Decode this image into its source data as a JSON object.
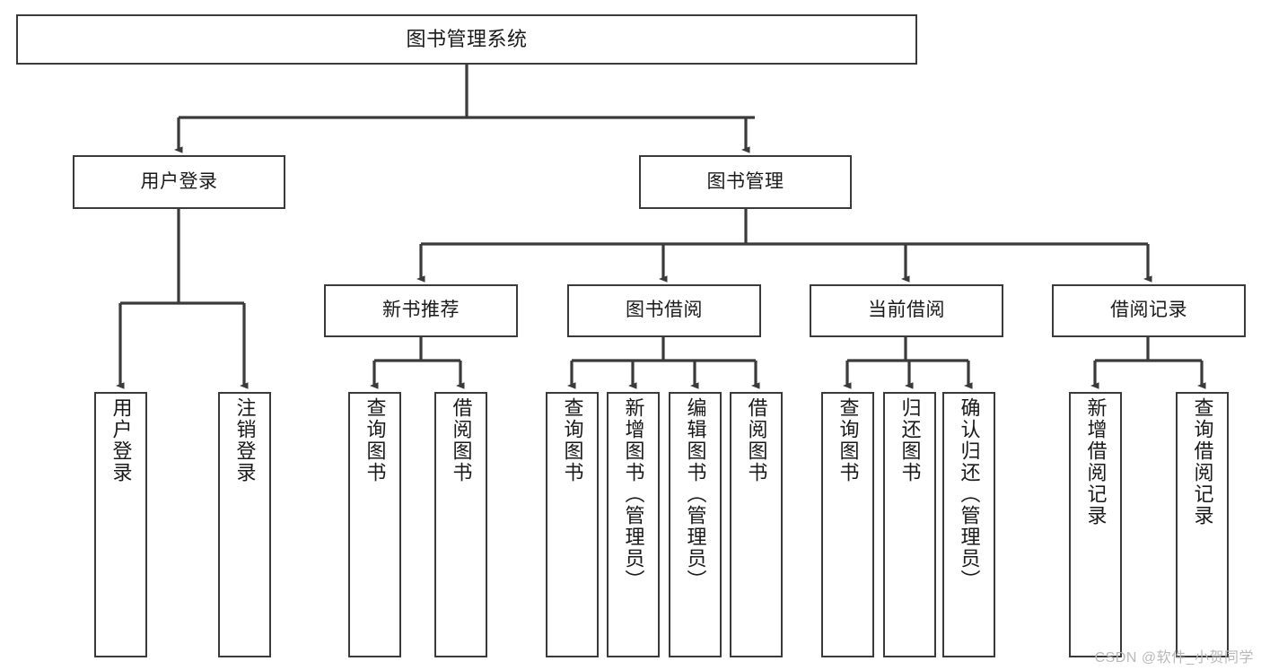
{
  "diagram": {
    "title": "图书管理系统",
    "type": "functional-structure-tree",
    "stroke_color": "#3a3a3a",
    "text_color": "#1a1a1a",
    "background_color": "#ffffff",
    "watermark": "CSDN @软件_小贺同学",
    "levels": {
      "root": {
        "label": "图书管理系统"
      },
      "level1": [
        {
          "label": "用户登录"
        },
        {
          "label": "图书管理"
        }
      ],
      "level2": [
        {
          "label": "新书推荐"
        },
        {
          "label": "图书借阅"
        },
        {
          "label": "当前借阅"
        },
        {
          "label": "借阅记录"
        }
      ],
      "leaves": {
        "user_login": [
          {
            "label": "用户登录"
          },
          {
            "label": "注销登录"
          }
        ],
        "new_book_recommend": [
          {
            "label": "查询图书"
          },
          {
            "label": "借阅图书"
          }
        ],
        "book_borrow": [
          {
            "label": "查询图书"
          },
          {
            "label": "新增图书（管理员）"
          },
          {
            "label": "编辑图书（管理员）"
          },
          {
            "label": "借阅图书"
          }
        ],
        "current_borrow": [
          {
            "label": "查询图书"
          },
          {
            "label": "归还图书"
          },
          {
            "label": "确认归还（管理员）"
          }
        ],
        "borrow_record": [
          {
            "label": "新增借阅记录"
          },
          {
            "label": "查询借阅记录"
          }
        ]
      }
    }
  }
}
